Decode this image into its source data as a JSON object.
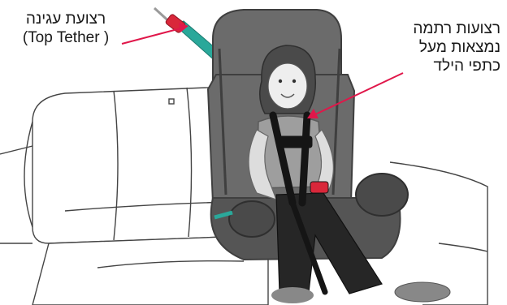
{
  "labels": {
    "top_tether": {
      "line1": "רצועת עגינה",
      "line2": "(Top Tether )"
    },
    "harness": {
      "line1": "רצועות רתמה",
      "line2": "נמצאות מעל",
      "line3": "כתפי הילד"
    }
  },
  "colors": {
    "tether_strap": "#2aa89a",
    "tether_clip": "#d9273a",
    "arrow": "#e0174a",
    "seat_shell": "#6b6b6b",
    "seat_dark": "#3f3f3f",
    "harness_strap": "#151515",
    "car_seat_lines": "#444444"
  }
}
